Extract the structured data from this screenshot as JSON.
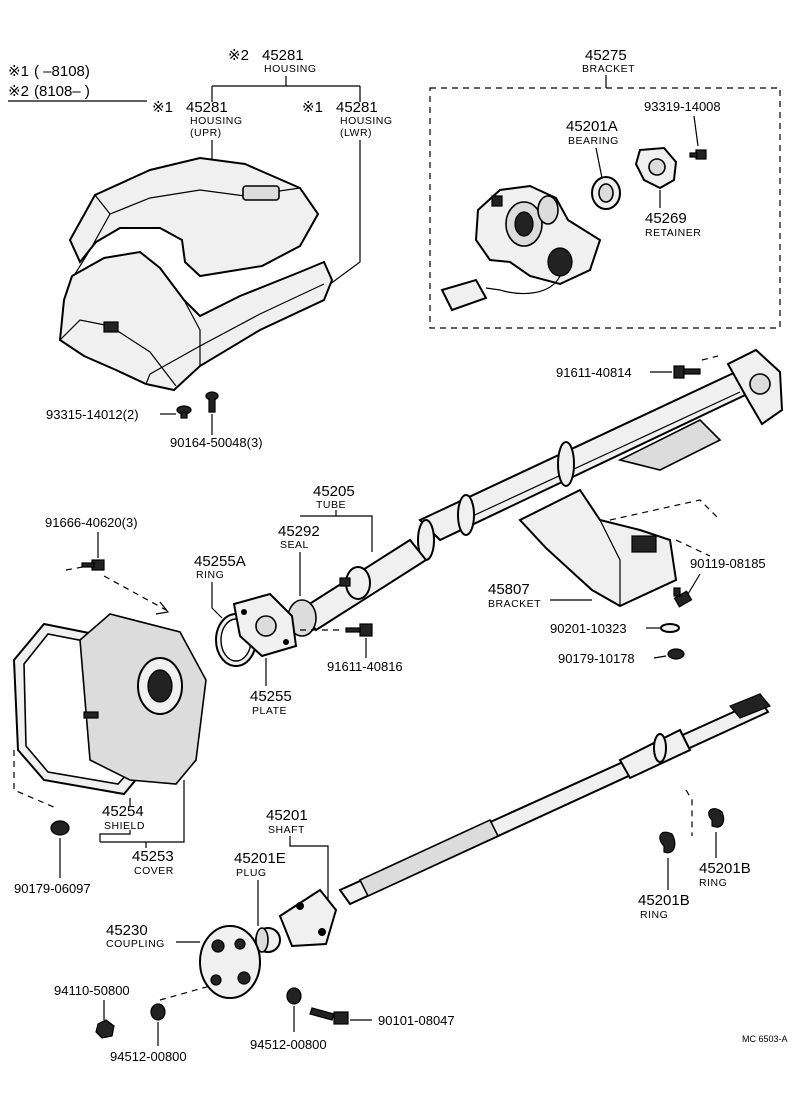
{
  "legend": {
    "line1_mark": "※1",
    "line1_text": "( –8108)",
    "line2_mark": "※2",
    "line2_text": "(8108– )"
  },
  "parts": {
    "housing_top": {
      "mark": "※2",
      "number": "45281",
      "name": "HOUSING"
    },
    "housing_upr": {
      "mark": "※1",
      "number": "45281",
      "name1": "HOUSING",
      "name2": "(UPR)"
    },
    "housing_lwr": {
      "mark": "※1",
      "number": "45281",
      "name1": "HOUSING",
      "name2": "(LWR)"
    },
    "bracket_top": {
      "number": "45275",
      "name": "BRACKET"
    },
    "bearing": {
      "number": "45201A",
      "name": "BEARING"
    },
    "bolt_93319": {
      "number": "93319-14008"
    },
    "retainer": {
      "number": "45269",
      "name": "RETAINER"
    },
    "screw_93315": {
      "number": "93315-14012(2)"
    },
    "screw_90164": {
      "number": "90164-50048(3)"
    },
    "bolt_91611_40814": {
      "number": "91611-40814"
    },
    "tube": {
      "number": "45205",
      "name": "TUBE"
    },
    "seal": {
      "number": "45292",
      "name": "SEAL"
    },
    "bolt_91666": {
      "number": "91666-40620(3)"
    },
    "ring_45255a": {
      "number": "45255A",
      "name": "RING"
    },
    "bracket_45807": {
      "number": "45807",
      "name": "BRACKET"
    },
    "bolt_90119": {
      "number": "90119-08185"
    },
    "washer_90201": {
      "number": "90201-10323"
    },
    "nut_90179_10178": {
      "number": "90179-10178"
    },
    "bolt_91611_40816": {
      "number": "91611-40816"
    },
    "plate": {
      "number": "45255",
      "name": "PLATE"
    },
    "shield": {
      "number": "45254",
      "name": "SHIELD"
    },
    "cover": {
      "number": "45253",
      "name": "COVER"
    },
    "nut_90179_06097": {
      "number": "90179-06097"
    },
    "shaft": {
      "number": "45201",
      "name": "SHAFT"
    },
    "plug": {
      "number": "45201E",
      "name": "PLUG"
    },
    "ring_b_right": {
      "number": "45201B",
      "name": "RING"
    },
    "ring_b_left": {
      "number": "45201B",
      "name": "RING"
    },
    "coupling": {
      "number": "45230",
      "name": "COUPLING"
    },
    "nut_94110": {
      "number": "94110-50800"
    },
    "nut_94512_left": {
      "number": "94512-00800"
    },
    "nut_94512_right": {
      "number": "94512-00800"
    },
    "bolt_90101": {
      "number": "90101-08047"
    }
  },
  "diagram_code": "MC 6503-A"
}
